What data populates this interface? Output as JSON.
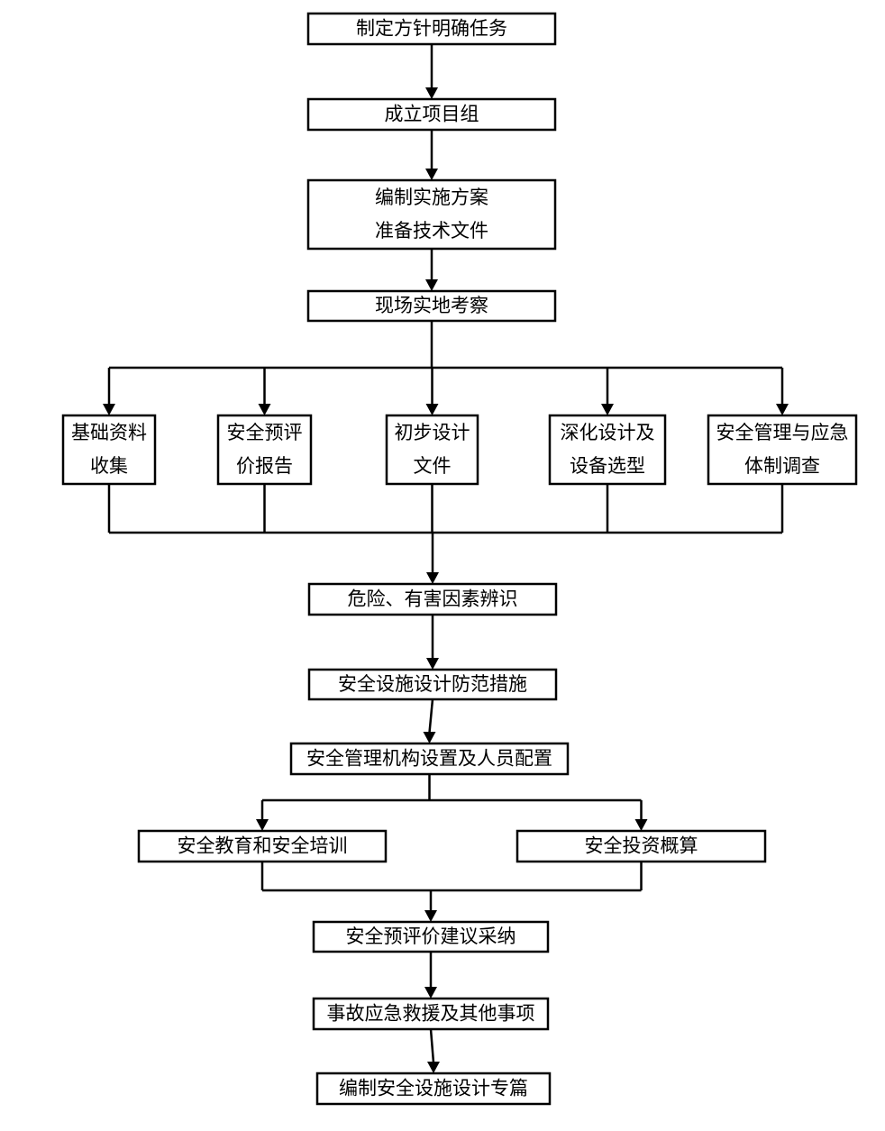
{
  "nodes": [
    {
      "id": "n1",
      "lines": [
        "制定方针明确任务"
      ]
    },
    {
      "id": "n2",
      "lines": [
        "成立项目组"
      ]
    },
    {
      "id": "n3",
      "lines": [
        "编制实施方案",
        "准备技术文件"
      ]
    },
    {
      "id": "n4",
      "lines": [
        "现场实地考察"
      ]
    },
    {
      "id": "b1",
      "lines": [
        "基础资料",
        "收集"
      ]
    },
    {
      "id": "b2",
      "lines": [
        "安全预评",
        "价报告"
      ]
    },
    {
      "id": "b3",
      "lines": [
        "初步设计",
        "文件"
      ]
    },
    {
      "id": "b4",
      "lines": [
        "深化设计及",
        "设备选型"
      ]
    },
    {
      "id": "b5",
      "lines": [
        "安全管理与应急",
        "体制调查"
      ]
    },
    {
      "id": "n5",
      "lines": [
        "危险、有害因素辨识"
      ]
    },
    {
      "id": "n6",
      "lines": [
        "安全设施设计防范措施"
      ]
    },
    {
      "id": "n7",
      "lines": [
        "安全管理机构设置及人员配置"
      ]
    },
    {
      "id": "c1",
      "lines": [
        "安全教育和安全培训"
      ]
    },
    {
      "id": "c2",
      "lines": [
        "安全投资概算"
      ]
    },
    {
      "id": "n8",
      "lines": [
        "安全预评价建议采纳"
      ]
    },
    {
      "id": "n9",
      "lines": [
        "事故应急救援及其他事项"
      ]
    },
    {
      "id": "n10",
      "lines": [
        "编制安全设施设计专篇"
      ]
    }
  ],
  "edges": [
    {
      "from": "n1",
      "to": "n2"
    },
    {
      "from": "n2",
      "to": "n3"
    },
    {
      "from": "n3",
      "to": "n4"
    },
    {
      "from": "n4",
      "to": "b1"
    },
    {
      "from": "n4",
      "to": "b2"
    },
    {
      "from": "n4",
      "to": "b3"
    },
    {
      "from": "n4",
      "to": "b4"
    },
    {
      "from": "n4",
      "to": "b5"
    },
    {
      "from": "b1",
      "to": "n5"
    },
    {
      "from": "b2",
      "to": "n5"
    },
    {
      "from": "b3",
      "to": "n5"
    },
    {
      "from": "b4",
      "to": "n5"
    },
    {
      "from": "b5",
      "to": "n5"
    },
    {
      "from": "n5",
      "to": "n6"
    },
    {
      "from": "n6",
      "to": "n7"
    },
    {
      "from": "n7",
      "to": "c1"
    },
    {
      "from": "n7",
      "to": "c2"
    },
    {
      "from": "c1",
      "to": "n8"
    },
    {
      "from": "c2",
      "to": "n8"
    },
    {
      "from": "n8",
      "to": "n9"
    },
    {
      "from": "n9",
      "to": "n10"
    }
  ]
}
